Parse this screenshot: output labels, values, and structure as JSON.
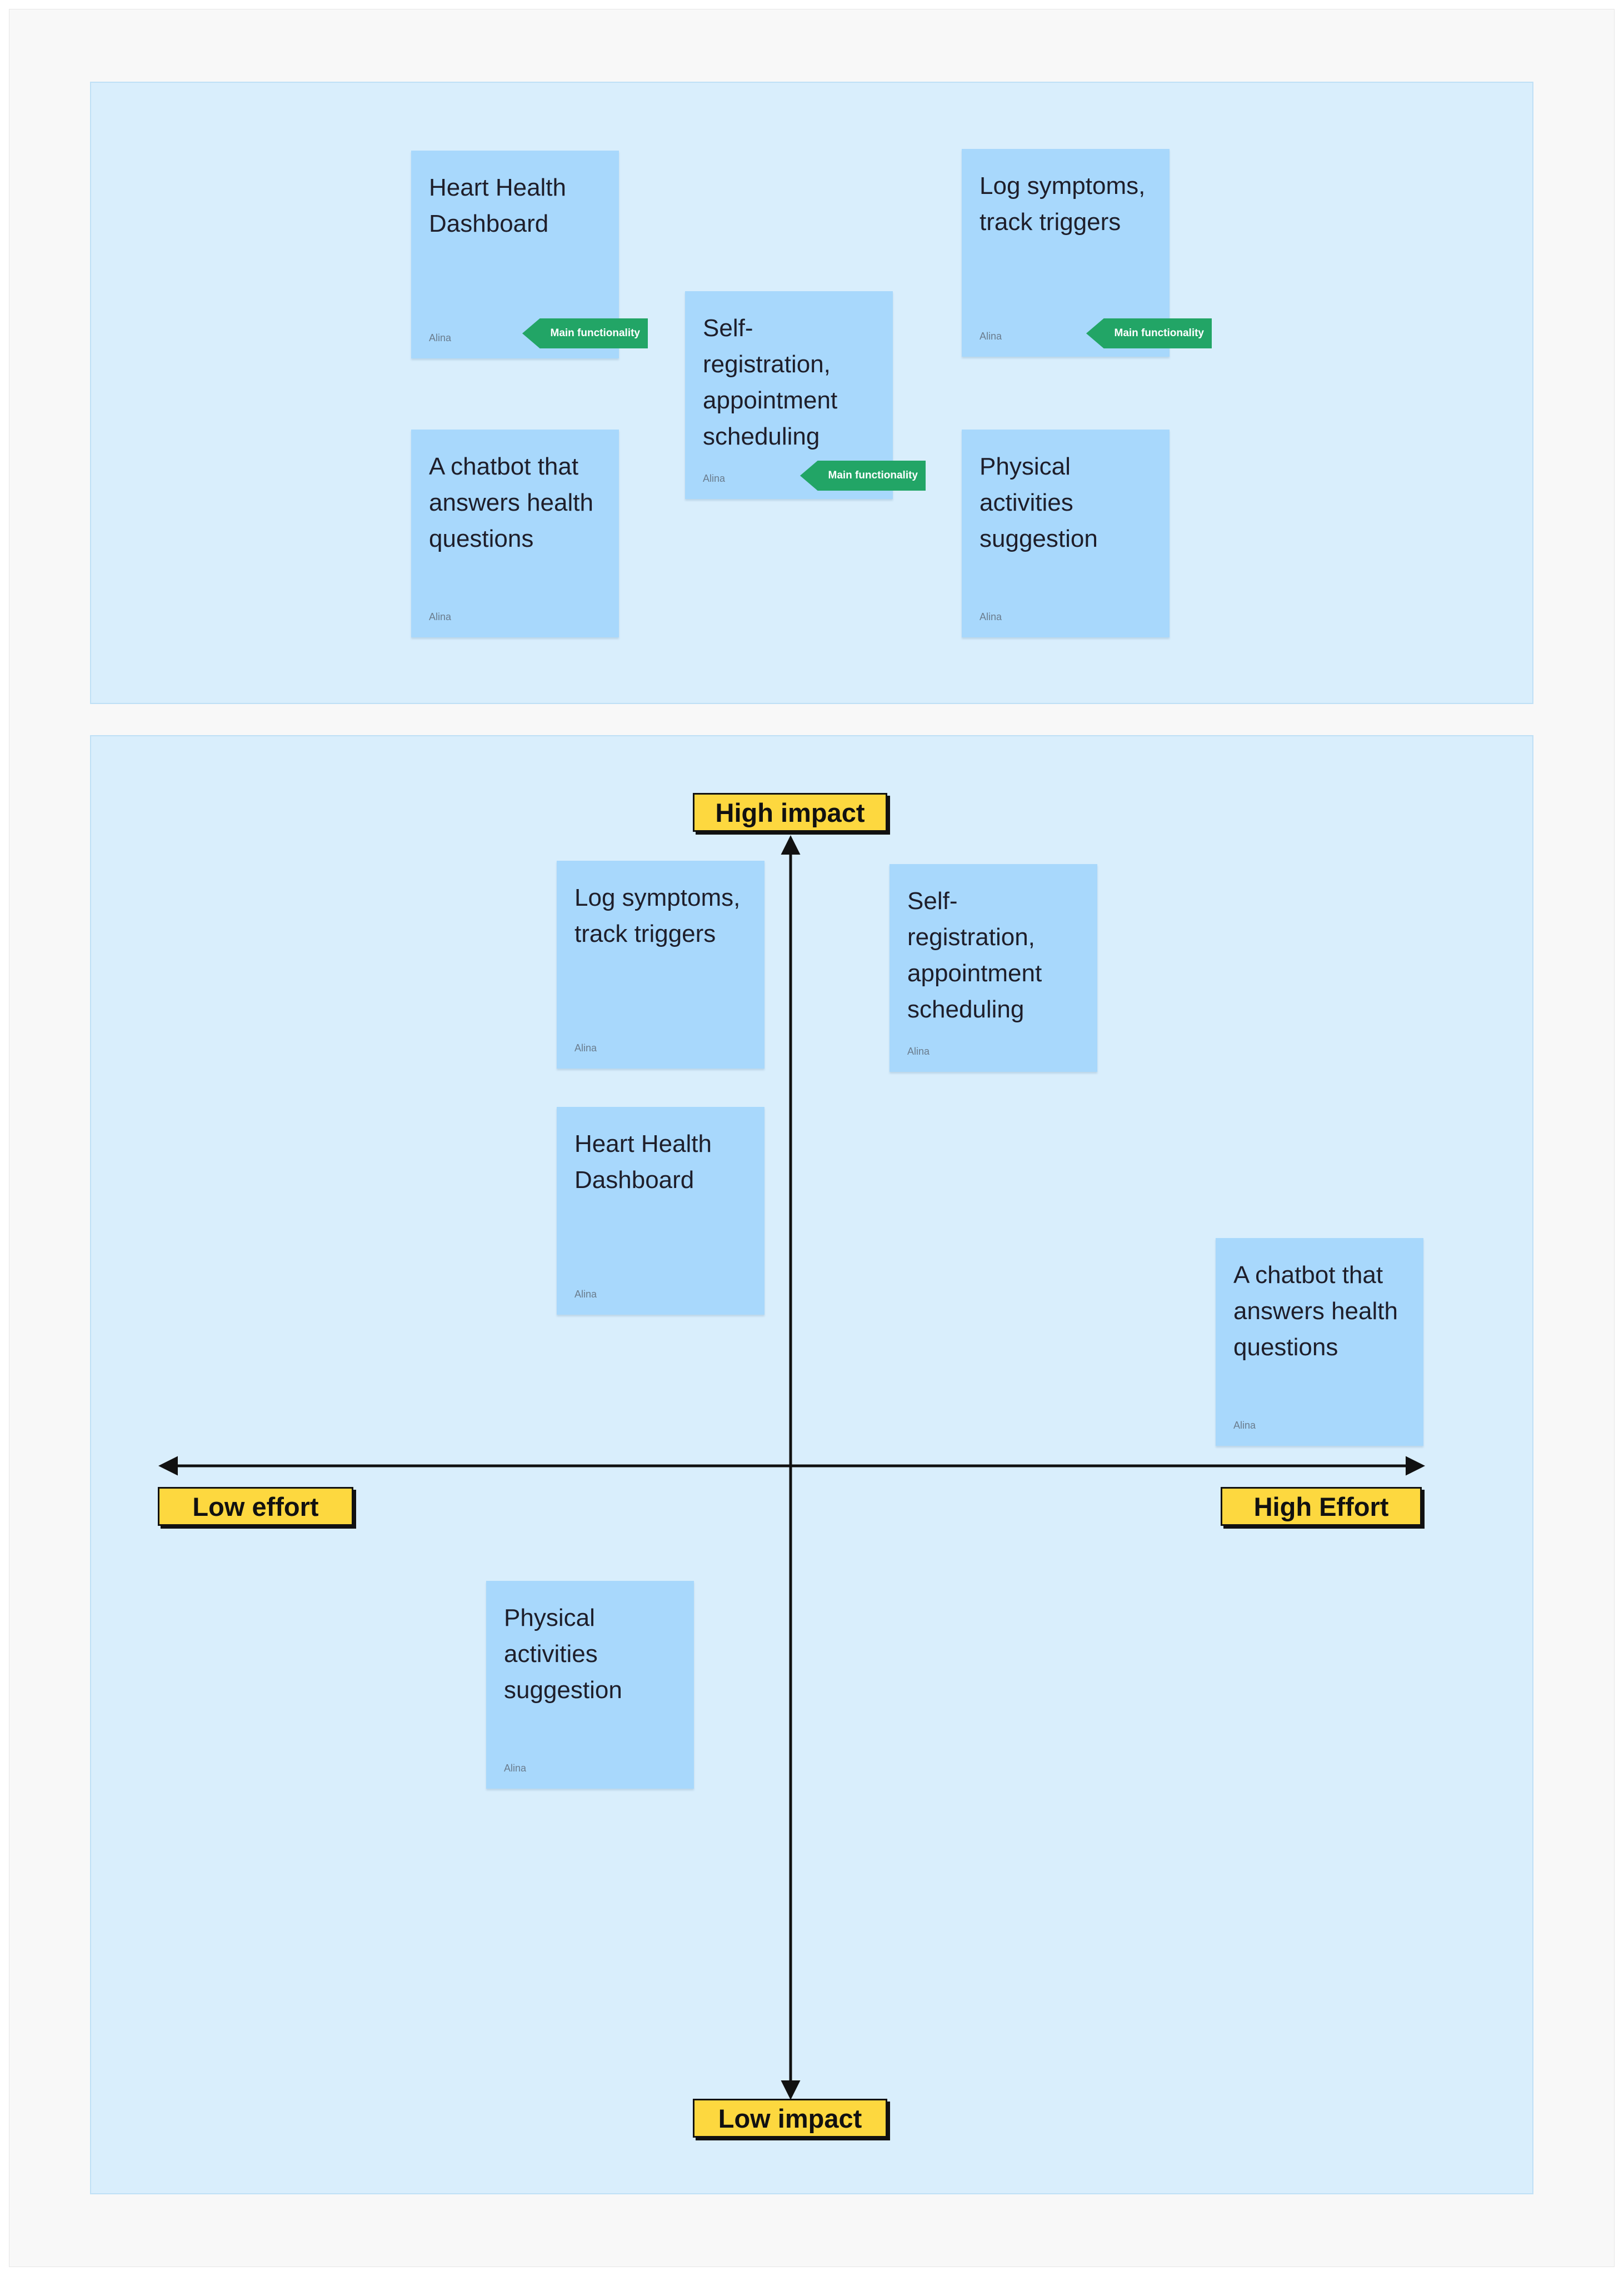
{
  "section1": {
    "stickies": [
      {
        "id": "heart-dashboard",
        "text": "Heart Health\nDashboard",
        "author": "Alina",
        "tag": "Main functionality"
      },
      {
        "id": "log-symptoms",
        "text": "Log symptoms,\ntrack triggers",
        "author": "Alina",
        "tag": "Main functionality"
      },
      {
        "id": "self-registration",
        "text": "Self-\nregistration,\nappointment\nscheduling",
        "author": "Alina",
        "tag": "Main functionality"
      },
      {
        "id": "chatbot",
        "text": "A chatbot that\nanswers health\nquestions",
        "author": "Alina",
        "tag": ""
      },
      {
        "id": "physical-activities",
        "text": "Physical\nactivities\nsuggestion",
        "author": "Alina",
        "tag": ""
      }
    ]
  },
  "matrix": {
    "axis_labels": {
      "top": "High impact",
      "bottom": "Low impact",
      "left": "Low effort",
      "right": "High Effort"
    },
    "stickies": [
      {
        "id": "log-symptoms",
        "text": "Log symptoms,\ntrack triggers",
        "author": "Alina"
      },
      {
        "id": "self-registration",
        "text": "Self-\nregistration,\nappointment\nscheduling",
        "author": "Alina"
      },
      {
        "id": "heart-dashboard",
        "text": "Heart Health\nDashboard",
        "author": "Alina"
      },
      {
        "id": "chatbot",
        "text": "A chatbot that\nanswers health\nquestions",
        "author": "Alina"
      },
      {
        "id": "physical-activities",
        "text": "Physical\nactivities\nsuggestion",
        "author": "Alina"
      }
    ]
  },
  "colors": {
    "section_bg": "#d9eefc",
    "sticky_bg": "#a8d8fc",
    "tag_bg": "#22a566",
    "label_bg": "#fdd83f",
    "axis_line": "#111111"
  }
}
